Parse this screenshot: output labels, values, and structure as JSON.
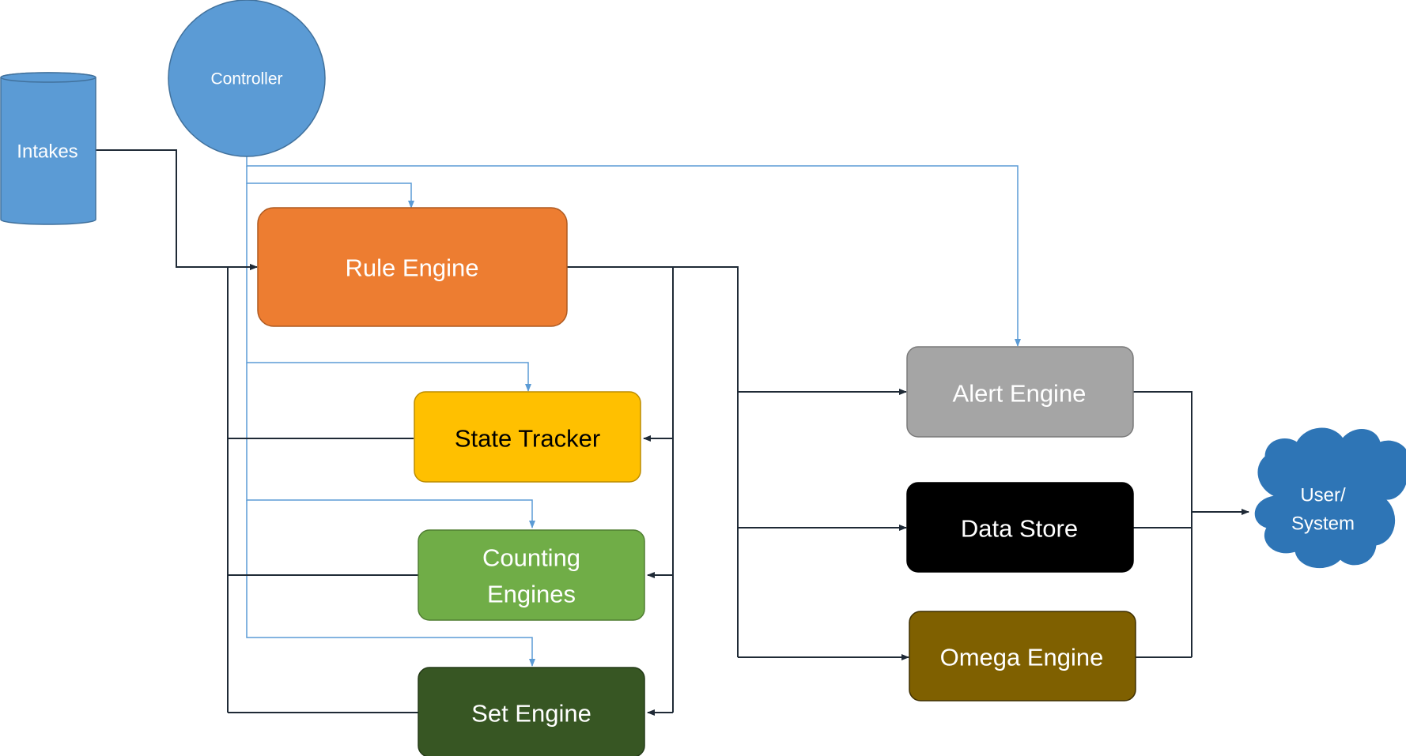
{
  "colors": {
    "blue": "#5b9bd5",
    "blue_border": "#41719c",
    "orange": "#ed7d31",
    "orange_border": "#ae5a21",
    "yellow": "#ffc000",
    "yellow_border": "#bc8c00",
    "green": "#70ad47",
    "green_border": "#507e32",
    "dark_green": "#375623",
    "dark_green_border": "#243a17",
    "gray": "#a5a5a5",
    "gray_border": "#7a7a7a",
    "black": "#000000",
    "brown": "#7f6000",
    "brown_border": "#3d2e00",
    "cloud": "#2e75b6",
    "control_line": "#5b9bd5",
    "data_line": "#1f2a36"
  },
  "nodes": {
    "intakes": "Intakes",
    "controller": "Controller",
    "rule_engine": "Rule Engine",
    "state_tracker": "State Tracker",
    "counting_engines_line1": "Counting",
    "counting_engines_line2": "Engines",
    "set_engine": "Set Engine",
    "alert_engine": "Alert Engine",
    "data_store": "Data Store",
    "omega_engine": "Omega Engine",
    "user_system_line1": "User/",
    "user_system_line2": "System"
  }
}
